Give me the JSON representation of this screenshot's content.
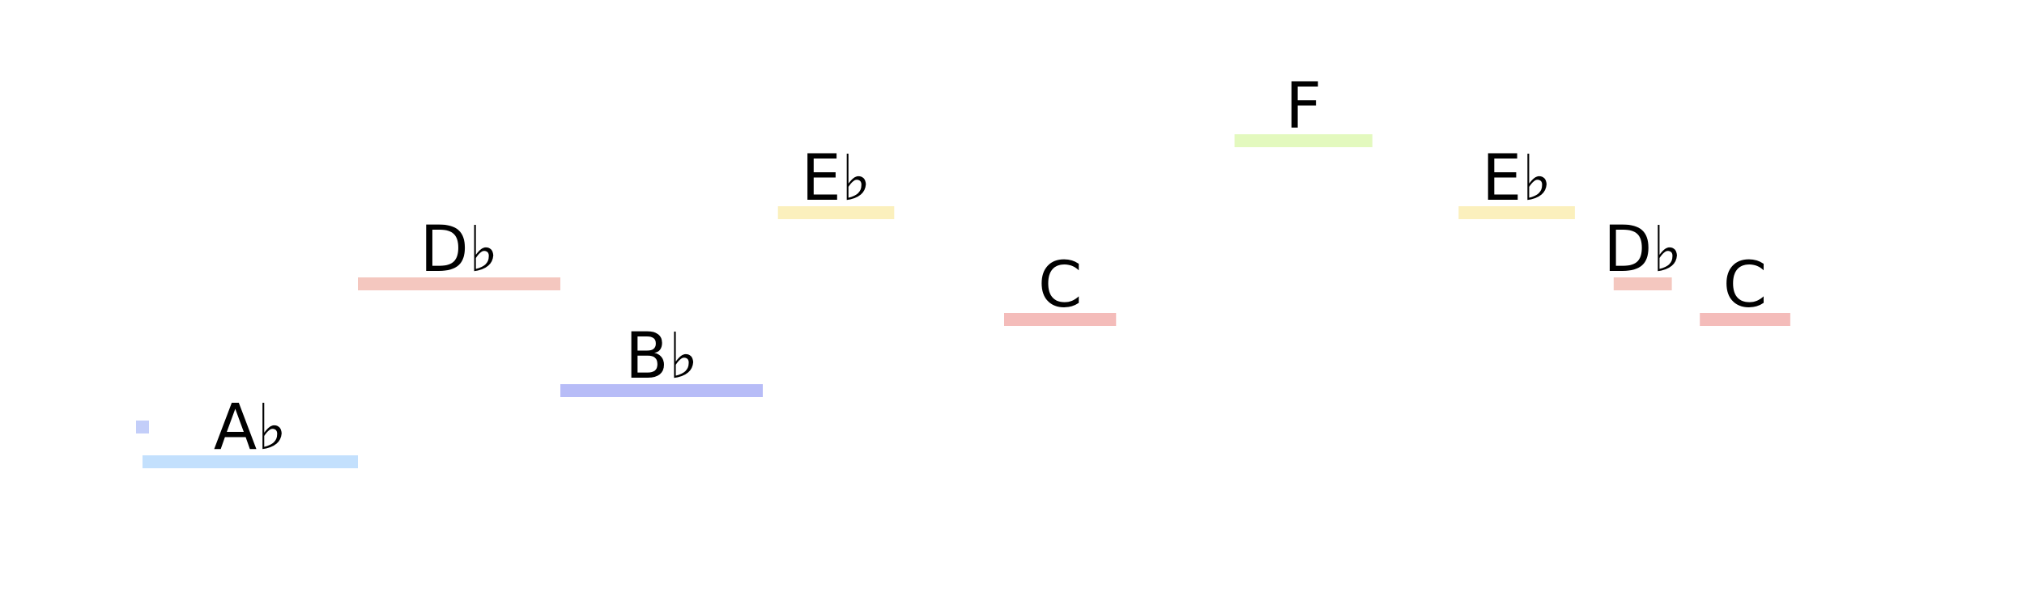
{
  "piano_roll": {
    "notes": [
      {
        "label": "A♭",
        "pitch": "Ab",
        "start": 0.0,
        "duration": 1.0,
        "color": "#c3e0fd"
      },
      {
        "label": "D♭",
        "pitch": "Db",
        "start": 1.0,
        "duration": 0.94,
        "color": "#f4c7bf"
      },
      {
        "label": "B♭",
        "pitch": "Bb",
        "start": 1.94,
        "duration": 0.94,
        "color": "#b7bcf7"
      },
      {
        "label": "E♭",
        "pitch": "Eb",
        "start": 2.95,
        "duration": 0.54,
        "color": "#fbf0bd"
      },
      {
        "label": "C",
        "pitch": "C",
        "start": 4.0,
        "duration": 0.52,
        "color": "#f4bcba"
      },
      {
        "label": "F",
        "pitch": "F",
        "start": 5.07,
        "duration": 0.64,
        "color": "#e3f9be"
      },
      {
        "label": "E♭",
        "pitch": "Eb",
        "start": 6.11,
        "duration": 0.54,
        "color": "#fbf0bd"
      },
      {
        "label": "D♭",
        "pitch": "Db",
        "start": 6.83,
        "duration": 0.27,
        "color": "#f4c7bf"
      },
      {
        "label": "C",
        "pitch": "C",
        "start": 7.23,
        "duration": 0.42,
        "color": "#f4bcba"
      }
    ],
    "marker_color": "#c3cef9"
  }
}
